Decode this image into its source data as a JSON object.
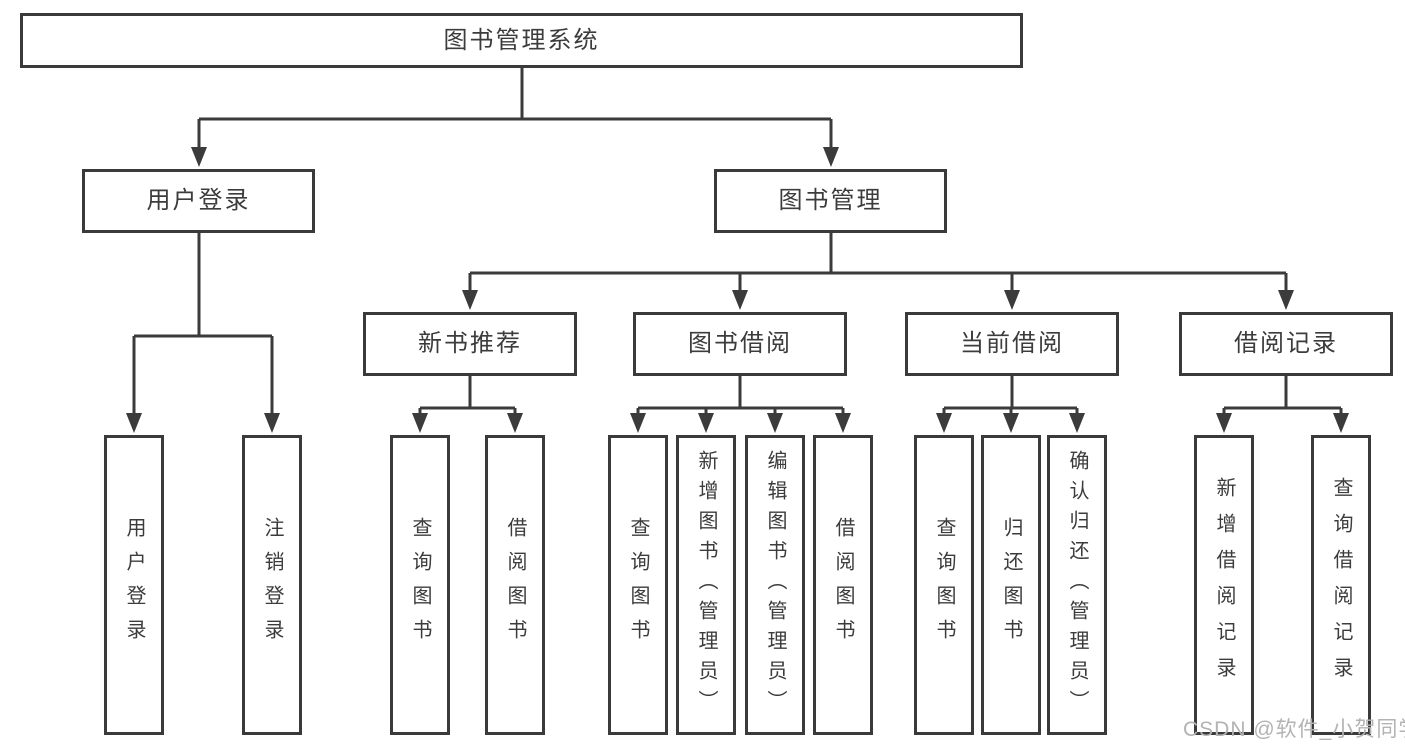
{
  "tree": {
    "root": {
      "label": "图书管理系统"
    },
    "branches": [
      {
        "label": "用户登录",
        "children": [
          {
            "label": "用户登录"
          },
          {
            "label": "注销登录"
          }
        ]
      },
      {
        "label": "图书管理",
        "children": [
          {
            "label": "新书推荐",
            "children": [
              {
                "label": "查询图书"
              },
              {
                "label": "借阅图书"
              }
            ]
          },
          {
            "label": "图书借阅",
            "children": [
              {
                "label": "查询图书"
              },
              {
                "label": "新增图书（管理员）"
              },
              {
                "label": "编辑图书（管理员）"
              },
              {
                "label": "借阅图书"
              }
            ]
          },
          {
            "label": "当前借阅",
            "children": [
              {
                "label": "查询图书"
              },
              {
                "label": "归还图书"
              },
              {
                "label": "确认归还（管理员）"
              }
            ]
          },
          {
            "label": "借阅记录",
            "children": [
              {
                "label": "新增借阅记录"
              },
              {
                "label": "查询借阅记录"
              }
            ]
          }
        ]
      }
    ]
  },
  "watermark": {
    "text": "CSDN @软件_小贺同学"
  },
  "colors": {
    "line": "#3b3b3b",
    "border": "#3a3a3a",
    "text": "#3c3c3c",
    "watermark": "#b3b3b3",
    "background": "#ffffff"
  }
}
